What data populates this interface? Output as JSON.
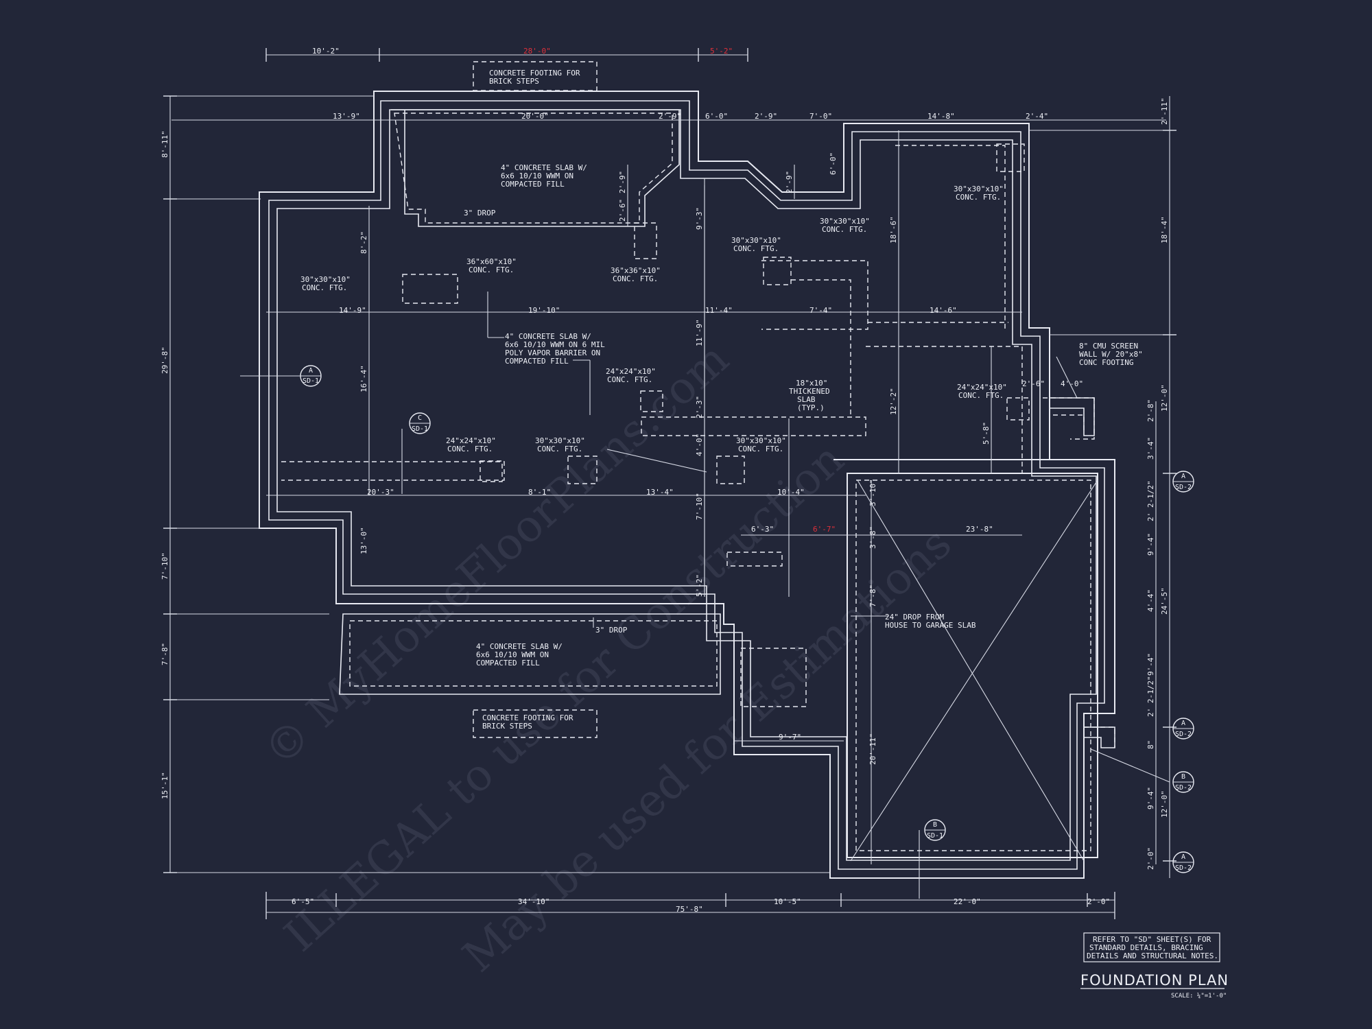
{
  "title": "FOUNDATION PLAN",
  "scale": "SCALE: ¼\"=1'-0\"",
  "refer_note": [
    "REFER TO \"SD\" SHEET(S) FOR",
    "STANDARD DETAILS, BRACING",
    "DETAILS AND STRUCTURAL NOTES."
  ],
  "watermark": [
    "© MyHomeFloorPlans.com",
    "ILLEGAL to use for Construction",
    "May be used for Estimations"
  ],
  "notes": {
    "footing_top": [
      "CONCRETE FOOTING FOR",
      "BRICK STEPS"
    ],
    "footing_bottom": [
      "CONCRETE FOOTING FOR",
      "BRICK STEPS"
    ],
    "slab_top": [
      "4\" CONCRETE SLAB W/",
      "6x6 10/10 WWM ON",
      "COMPACTED FILL"
    ],
    "slab_bottom": [
      "4\" CONCRETE SLAB W/",
      "6x6 10/10 WWM ON",
      "COMPACTED FILL"
    ],
    "slab_main": [
      "4\" CONCRETE SLAB W/",
      "6x6 10/10 WWM ON 6 MIL",
      "POLY VAPOR BARRIER ON",
      "COMPACTED FILL"
    ],
    "drop_top": "3\" DROP",
    "drop_bottom": "3\" DROP",
    "garage_drop": [
      "24\" DROP FROM",
      "HOUSE TO GARAGE SLAB"
    ],
    "cmu": [
      "8\" CMU SCREEN",
      "WALL W/ 20\"x8\"",
      "CONC FOOTING"
    ],
    "thickened": [
      "18\"x10\"",
      "THICKENED",
      "SLAB",
      "(TYP.)"
    ],
    "ftg_1": [
      "30\"x30\"x10\"",
      "CONC. FTG."
    ],
    "ftg_2": [
      "36\"x60\"x10\"",
      "CONC. FTG."
    ],
    "ftg_3": [
      "36\"x36\"x10\"",
      "CONC. FTG."
    ],
    "ftg_4": [
      "30\"x30\"x10\"",
      "CONC. FTG."
    ],
    "ftg_5": [
      "30\"x30\"x10\"",
      "CONC. FTG."
    ],
    "ftg_6": [
      "30\"x30\"x10\"",
      "CONC. FTG."
    ],
    "ftg_7": [
      "24\"x24\"x10\"",
      "CONC. FTG."
    ],
    "ftg_8": [
      "24\"x24\"x10\"",
      "CONC. FTG."
    ],
    "ftg_9": [
      "24\"x24\"x10\"",
      "CONC. FTG."
    ],
    "ftg_10": [
      "30\"x30\"x10\"",
      "CONC. FTG."
    ],
    "ftg_11": [
      "30\"x30\"x10\"",
      "CONC. FTG."
    ]
  },
  "dims": {
    "top1": "10'-2\"",
    "top2": "28'-0\"",
    "top3": "5'-2\"",
    "r2a": "13'-9\"",
    "r2b": "20'-0\"",
    "r2c": "2'-9\"",
    "r2d": "6'-0\"",
    "r2e": "2'-9\"",
    "r2f": "7'-0\"",
    "r2g": "14'-8\"",
    "r2h": "2'-4\"",
    "r3a": "14'-9\"",
    "r3b": "19'-10\"",
    "r3c": "11'-4\"",
    "r3d": "7'-4\"",
    "r3e": "14'-6\"",
    "r4a": "20'-3\"",
    "r4b": "8'-1\"",
    "r4c": "13'-4\"",
    "r4d": "10'-4\"",
    "r5a": "6'-3\"",
    "r5b": "6'-7\"",
    "r5c": "23'-8\"",
    "r6": "9'-7\"",
    "b1a": "6'-5\"",
    "b1b": "34'-10\"",
    "b1c": "10'-5\"",
    "b1d": "22'-0\"",
    "b1e": "2'-0\"",
    "b2": "75'-8\"",
    "l1": "8'-11\"",
    "l2": "29'-8\"",
    "l3": "7'-10\"",
    "l4": "7'-8\"",
    "l5": "15'-1\"",
    "r1": "2'-11\"",
    "rr2": "18'-4\"",
    "rr3": "12'-0\"",
    "rr4": "24'-5\"",
    "rr5": "12'-0\"",
    "rs1": "2'-8\"",
    "rs2": "3'-4\"",
    "rs3": "2' 2-1/2\"",
    "rs4": "9'-4\"",
    "rs5": "4'-4\"",
    "rs6": "9'-4\"",
    "rs7": "2' 2-1/2\"",
    "rs8": "8\"",
    "rs9": "9'-4\"",
    "rs10": "2'-0\"",
    "v1": "8'-2\"",
    "v2": "16'-4\"",
    "v3": "13'-0\"",
    "v4": "2'-9\"",
    "v5": "2'-6\"",
    "v6": "9'-3\"",
    "v7": "11'-9\"",
    "v8": "2'-3\"",
    "v9": "4'-0\"",
    "v10": "7'-10\"",
    "v11": "5'-2\"",
    "v12": "2'-9\"",
    "v13": "6'-0\"",
    "v14": "18'-6\"",
    "v15": "12'-2\"",
    "v16": "5'-8\"",
    "v17": "3'-10\"",
    "v18": "3'-8\"",
    "v19": "7'-8\"",
    "v20": "20'-11\"",
    "s1": "2'-6\"",
    "s2": "4'-0\""
  },
  "details": {
    "a_sd1": [
      "A",
      "SD-1"
    ],
    "c_sd1": [
      "C",
      "SD-1"
    ],
    "b_sd1": [
      "B",
      "SD-1"
    ],
    "a_sd2_1": [
      "A",
      "SD-2"
    ],
    "a_sd2_2": [
      "A",
      "SD-2"
    ],
    "b_sd2": [
      "B",
      "SD-2"
    ],
    "a_sd2_3": [
      "A",
      "SD-2"
    ]
  }
}
